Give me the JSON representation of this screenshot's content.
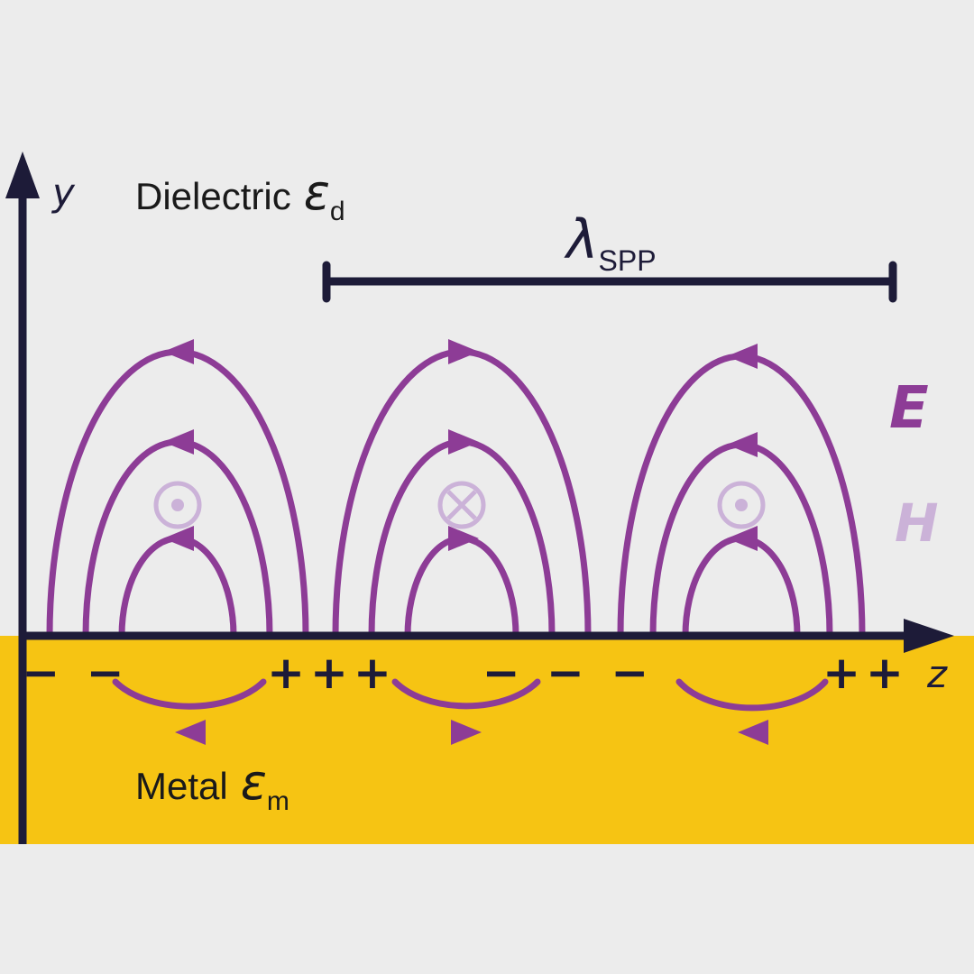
{
  "colors": {
    "background": "#ececec",
    "metal": "#f6c413",
    "axis": "#1d1b38",
    "field": "#8d3c96",
    "h_field": "#cbb2d8",
    "text": "#1a1a1a"
  },
  "labels": {
    "y_axis": "y",
    "z_axis": "z",
    "dielectric_word": "Dielectric",
    "dielectric_epsilon": "ε",
    "dielectric_sub": "d",
    "metal_word": "Metal",
    "metal_epsilon": "ε",
    "metal_sub": "m",
    "lambda": "λ",
    "lambda_sub": "SPP",
    "e_field": "E",
    "h_field": "H"
  },
  "charges": {
    "group1": "− −",
    "group2": "+++",
    "group3": "− − −",
    "group4": "++"
  }
}
